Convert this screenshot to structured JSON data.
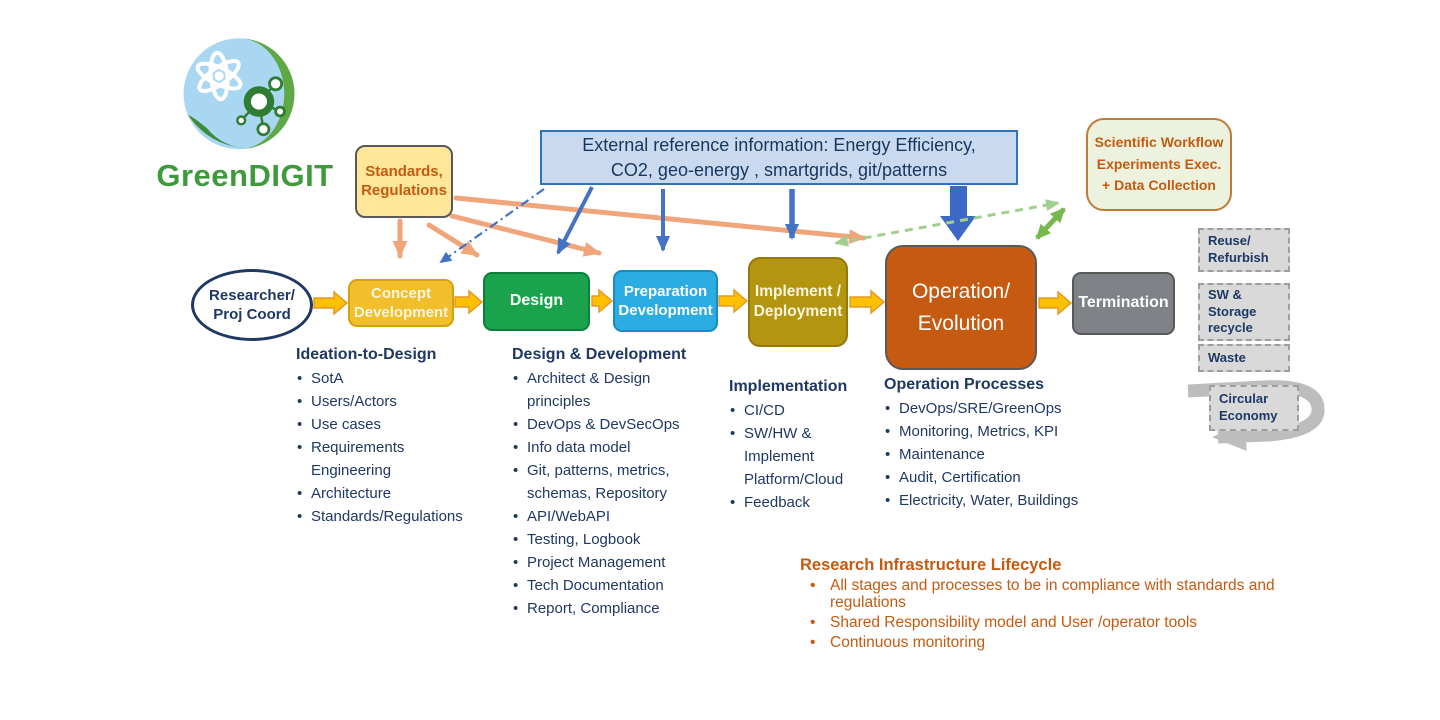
{
  "logo": {
    "brand": "GreenDIGIT"
  },
  "satellites": {
    "standards": {
      "label": "Standards, Regulations"
    },
    "external_reference": {
      "lines": [
        "External reference information: Energy Efficiency,",
        "CO2, geo-energy , smartgrids, git/patterns"
      ]
    },
    "scientific_workflow": {
      "lines": [
        "Scientific Workflow",
        "Experiments Exec.",
        "+ Data Collection"
      ]
    }
  },
  "actor": {
    "label": "Researcher/ Proj Coord"
  },
  "stages": [
    {
      "label": "Concept Development"
    },
    {
      "label": "Design"
    },
    {
      "label": "Preparation Development"
    },
    {
      "label": "Implement / Deployment"
    },
    {
      "label": "Operation/ Evolution"
    },
    {
      "label": "Termination"
    }
  ],
  "end_boxes": [
    {
      "label": "Reuse/ Refurbish"
    },
    {
      "label": "SW & Storage recycle"
    },
    {
      "label": "Waste"
    },
    {
      "label": "Circular Economy"
    }
  ],
  "lists": {
    "ideation": {
      "title": "Ideation-to-Design",
      "items": [
        "SotA",
        "Users/Actors",
        "Use cases",
        "Requirements Engineering",
        "Architecture",
        "Standards/Regulations"
      ]
    },
    "design": {
      "title": "Design & Development",
      "items": [
        "Architect & Design principles",
        "DevOps & DevSecOps",
        "Info data model",
        "Git, patterns, metrics, schemas, Repository",
        "API/WebAPI",
        "Testing, Logbook",
        "Project Management",
        "Tech Documentation",
        "Report, Compliance"
      ]
    },
    "implementation": {
      "title": "Implementation",
      "items": [
        "CI/CD",
        "SW/HW & Implement Platform/Cloud",
        "Feedback"
      ]
    },
    "operation": {
      "title": "Operation Processes",
      "items": [
        "DevOps/SRE/GreenOps",
        "Monitoring, Metrics, KPI",
        "Maintenance",
        "Audit, Certification",
        "Electricity, Water, Buildings"
      ]
    }
  },
  "footer": {
    "title": "Research Infrastructure Lifecycle",
    "items": [
      "All stages and processes to be in compliance with standards and regulations",
      "Shared Responsibility model and User /operator tools",
      "Continuous monitoring"
    ]
  },
  "colors": {
    "navy_text": "#1F3864",
    "orange_text": "#C55A11",
    "stage_concept": "#F0BF2B",
    "stage_design": "#1AA34C",
    "stage_preparation": "#2BACE2",
    "stage_implement": "#B3950F",
    "stage_operation": "#C65A11",
    "stage_termination": "#7F8287",
    "flow_arrow_yellow": "#FFC000",
    "reference_arrow_blue": "#4472C4",
    "standards_arrow_orange": "#F0A57B",
    "workflow_arrow_green": "#77B84F",
    "endbox_gray": "#D9D9D9"
  }
}
